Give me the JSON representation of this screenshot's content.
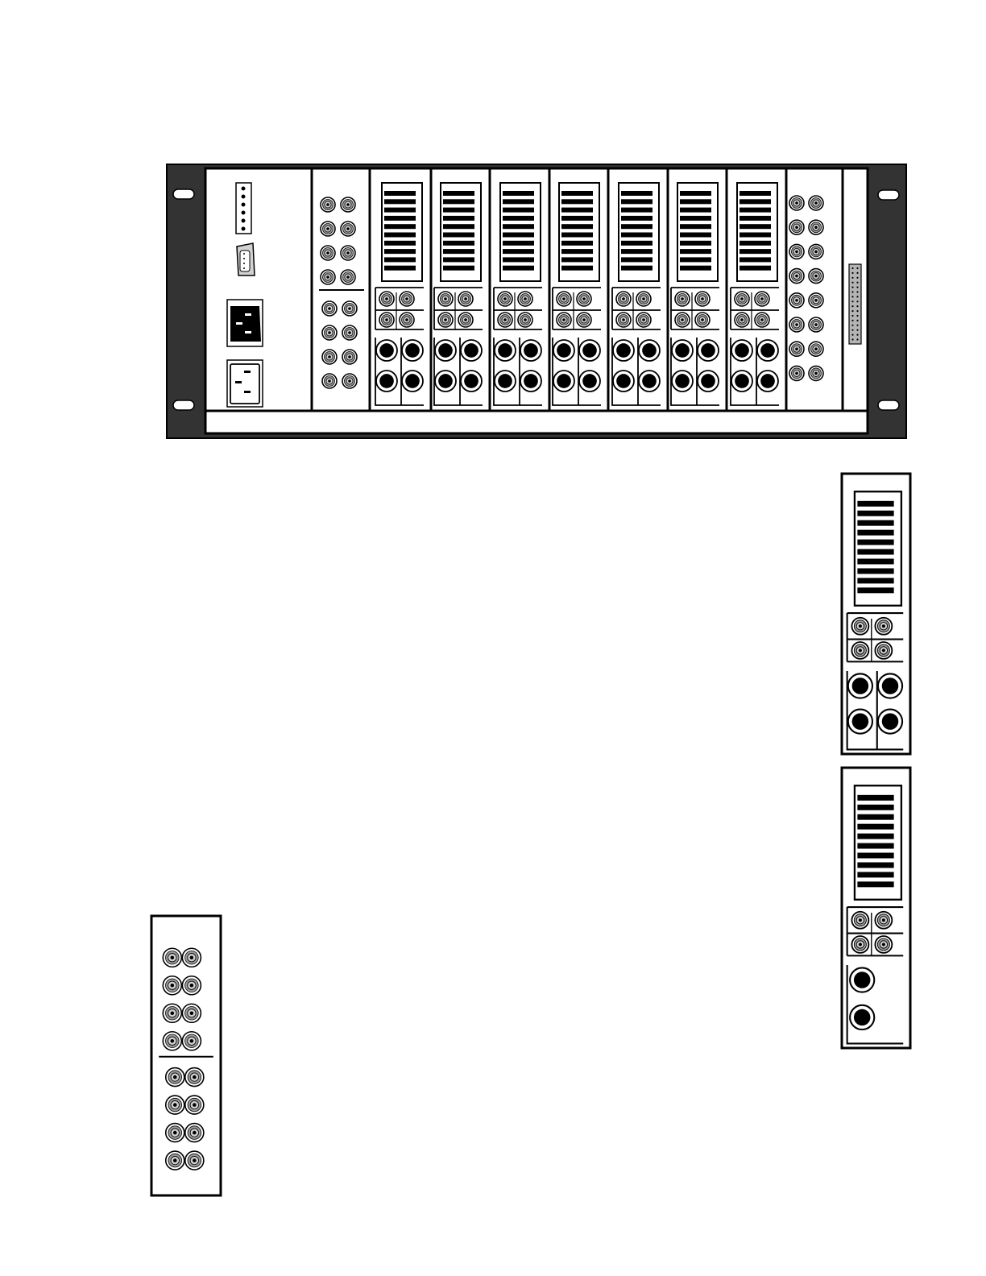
{
  "diagram": {
    "colors": {
      "ink": "#000000",
      "rack_ear": "#333333",
      "panel": "#ffffff",
      "connector_ring": "#9a9a9a",
      "connector_light": "#d2d2d2",
      "ribbon_header": "#b4b4b4"
    },
    "rack": {
      "card_slots": [
        {
          "type": "power-supply-module"
        },
        {
          "type": "rca-16-card"
        },
        {
          "type": "terminal-xlr-card"
        },
        {
          "type": "terminal-xlr-card"
        },
        {
          "type": "terminal-xlr-card"
        },
        {
          "type": "terminal-xlr-card"
        },
        {
          "type": "terminal-xlr-card"
        },
        {
          "type": "terminal-xlr-card"
        },
        {
          "type": "terminal-xlr-card"
        },
        {
          "type": "rca-16-card"
        },
        {
          "type": "ribbon-connector-slot"
        }
      ]
    },
    "detail_cards": [
      {
        "type": "terminal-xlr-card",
        "variant": "stereo"
      },
      {
        "type": "terminal-xlr-card",
        "variant": "mono"
      },
      {
        "type": "rca-16-card",
        "variant": "standalone"
      }
    ]
  }
}
